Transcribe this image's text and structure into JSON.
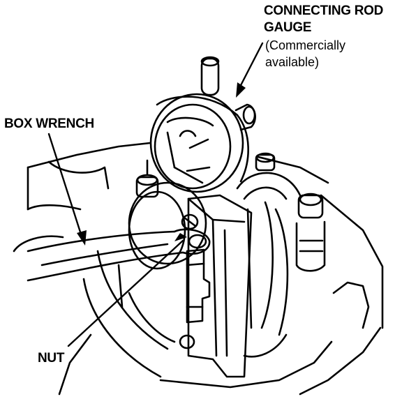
{
  "labels": {
    "gauge_line1": "CONNECTING ROD",
    "gauge_line2": "GAUGE",
    "gauge_note_line1": "(Commercially",
    "gauge_note_line2": "available)",
    "box_wrench": "BOX WRENCH",
    "nut": "NUT"
  },
  "colors": {
    "ink": "#000000",
    "paper": "#ffffff"
  }
}
